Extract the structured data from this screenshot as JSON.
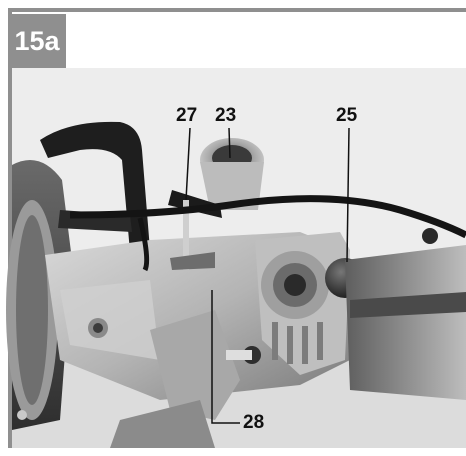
{
  "figure": {
    "label": "15a"
  },
  "callouts": {
    "c27": "27",
    "c23": "23",
    "c25": "25",
    "c28": "28"
  },
  "colors": {
    "badge": "#8f8f8f",
    "frame": "#8f8f8f",
    "background": "#ffffff"
  }
}
